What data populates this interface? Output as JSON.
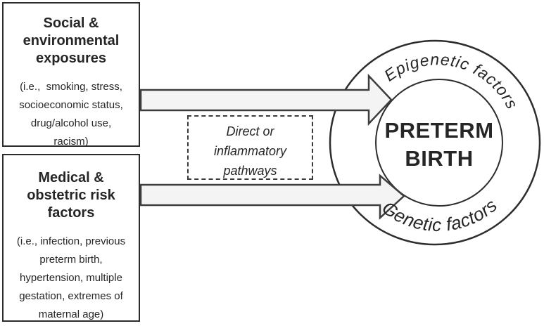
{
  "diagram": {
    "colors": {
      "background": "#ffffff",
      "line": "#2d2d2d",
      "text": "#262626",
      "arrow_fill": "#f4f4f4"
    },
    "social_box": {
      "title_lines": [
        "Social &",
        "environmental",
        "exposures"
      ],
      "body_lines": [
        "(i.e.,  smoking, stress,",
        "socioeconomic status,",
        "drug/alcohol use,",
        "racism)"
      ]
    },
    "medical_box": {
      "title_lines": [
        "Medical &",
        "obstetric risk",
        "factors"
      ],
      "body_lines": [
        "(i.e., infection, previous",
        "preterm birth,",
        "hypertension, multiple",
        "gestation, extremes of",
        "maternal age)"
      ]
    },
    "pathways_box": {
      "lines": [
        "Direct or",
        "inflammatory",
        "pathways"
      ]
    },
    "outcome": {
      "line1": "PRETERM",
      "line2": "BIRTH",
      "top_arc_label": "Epigenetic factors",
      "bottom_arc_label": "Genetic factors"
    }
  }
}
